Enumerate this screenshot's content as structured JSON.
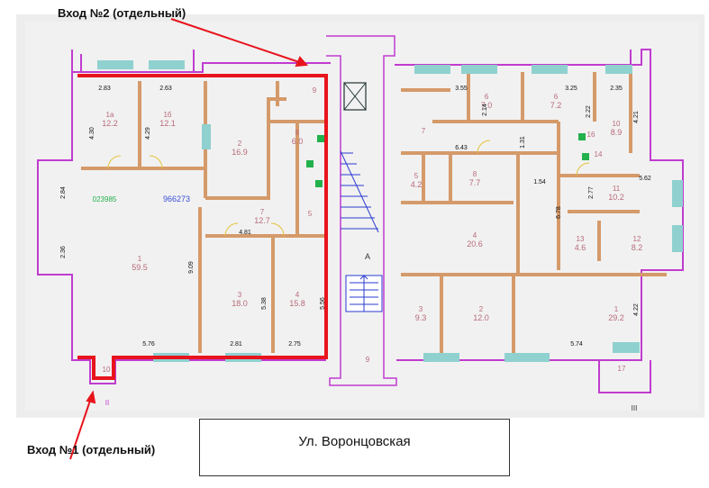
{
  "labels": {
    "entry2": "Вход №2 (отдельный)",
    "entry1": "Вход №1 (отдельный)",
    "street": "Ул. Воронцовская",
    "entrance_mark_left": "II",
    "entrance_mark_right": "III",
    "stair_letter": "А",
    "stamp_green": "023985",
    "stamp_blue": "966273"
  },
  "rooms_left": [
    {
      "num": "1а",
      "area": "12.2"
    },
    {
      "num": "1б",
      "area": "12.1"
    },
    {
      "num": "2",
      "area": "16.9"
    },
    {
      "num": "9",
      "area": ""
    },
    {
      "num": "8",
      "area": "6.0"
    },
    {
      "num": "7",
      "area": "12.7"
    },
    {
      "num": "5",
      "area": ""
    },
    {
      "num": "1",
      "area": "59.5"
    },
    {
      "num": "3",
      "area": "18.0"
    },
    {
      "num": "4",
      "area": "15.8"
    },
    {
      "num": "10",
      "area": ""
    }
  ],
  "rooms_right": [
    {
      "num": "6",
      "area": "7.0"
    },
    {
      "num": "6",
      "area": "7.2"
    },
    {
      "num": "10",
      "area": "8.9"
    },
    {
      "num": "7",
      "area": ""
    },
    {
      "num": "16",
      "area": ""
    },
    {
      "num": "14",
      "area": ""
    },
    {
      "num": "5",
      "area": "4.2"
    },
    {
      "num": "8",
      "area": "7.7"
    },
    {
      "num": "11",
      "area": "10.2"
    },
    {
      "num": "4",
      "area": "20.6"
    },
    {
      "num": "13",
      "area": "4.6"
    },
    {
      "num": "12",
      "area": "8.2"
    },
    {
      "num": "3",
      "area": "9.3"
    },
    {
      "num": "2",
      "area": "12.0"
    },
    {
      "num": "1",
      "area": "29.2"
    },
    {
      "num": "9",
      "area": ""
    },
    {
      "num": "17",
      "area": ""
    }
  ],
  "dims_left": [
    "2.83",
    "2.63",
    "4.30",
    "4.29",
    "2.84",
    "2.36",
    "4.81",
    "9.09",
    "5.38",
    "5.56",
    "5.76",
    "2.81",
    "2.75"
  ],
  "dims_right": [
    "3.55",
    "3.25",
    "2.35",
    "2.14",
    "2.22",
    "4.21",
    "1.31",
    "6.43",
    "1.54",
    "2.77",
    "5.62",
    "6.78",
    "4.22",
    "5.74"
  ],
  "colors": {
    "highlight": "#e8141c",
    "wall": "#d59a6a",
    "outline": "#c03ccf",
    "window": "#8fd1cf",
    "room_text": "#b86a7a",
    "dim_text": "#111111",
    "stamp_green": "#22b14c",
    "stamp_blue": "#3b4fd9"
  }
}
